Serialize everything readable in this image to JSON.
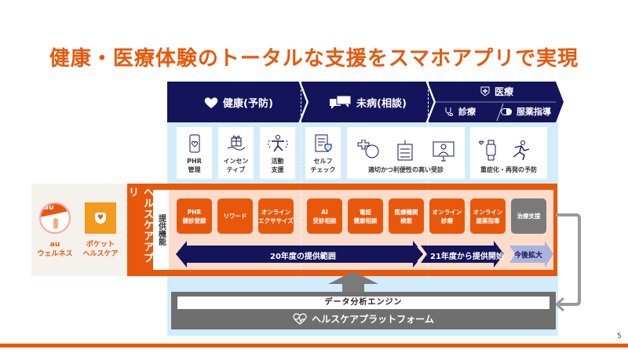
{
  "title": "健康・医療体験のトータルな支援をスマホアプリで実現",
  "header": {
    "health": "健康(予防)",
    "mibyo": "未病(相談)",
    "medical": "医療",
    "shinryo": "診療",
    "fukuyaku": "服薬指導"
  },
  "cards": [
    {
      "label1": "PHR",
      "label2": "管理",
      "icon": "smartphone-heart-icon"
    },
    {
      "label1": "インセン",
      "label2": "ティブ",
      "icon": "gift-hand-icon"
    },
    {
      "label1": "活動",
      "label2": "支援",
      "icon": "exercise-icon"
    },
    {
      "label1": "セルフ",
      "label2": "チェック",
      "icon": "checklist-shield-icon"
    },
    {
      "label1": "適切かつ利便性の高い受診",
      "label2": "",
      "icon": "consultation-hospital-icon"
    },
    {
      "label1": "重症化・再発の予防",
      "label2": "",
      "icon": "smartwatch-runner-icon"
    }
  ],
  "apps": [
    {
      "line1": "au",
      "line2": "ウェルネス"
    },
    {
      "line1": "ポケット",
      "line2": "ヘルスケア"
    }
  ],
  "app_band": "ヘルスケアアプリ",
  "features_label": "提供機能",
  "features": [
    {
      "l1": "PHR",
      "l2": "健診登録"
    },
    {
      "l1": "リワード",
      "l2": ""
    },
    {
      "l1": "オンライン",
      "l2": "エクササイズ"
    },
    {
      "l1": "AI",
      "l2": "受診相談"
    },
    {
      "l1": "電話",
      "l2": "健康相談"
    },
    {
      "l1": "医療機関",
      "l2": "検索"
    },
    {
      "l1": "オンライン",
      "l2": "診療"
    },
    {
      "l1": "オンライン",
      "l2": "服薬指導"
    },
    {
      "l1": "治療支援",
      "l2": ""
    }
  ],
  "timeline": {
    "fy20": "20年度の提供範囲",
    "fy21": "21年度から提供開始",
    "future": "今後拡大"
  },
  "engine": "データ分析エンジン",
  "platform": "ヘルスケアプラットフォーム",
  "page_number": "5",
  "colors": {
    "orange": "#e8580c",
    "navy": "#14145a",
    "lightblue": "#d3ecfb",
    "gray": "#6f6f6f"
  }
}
